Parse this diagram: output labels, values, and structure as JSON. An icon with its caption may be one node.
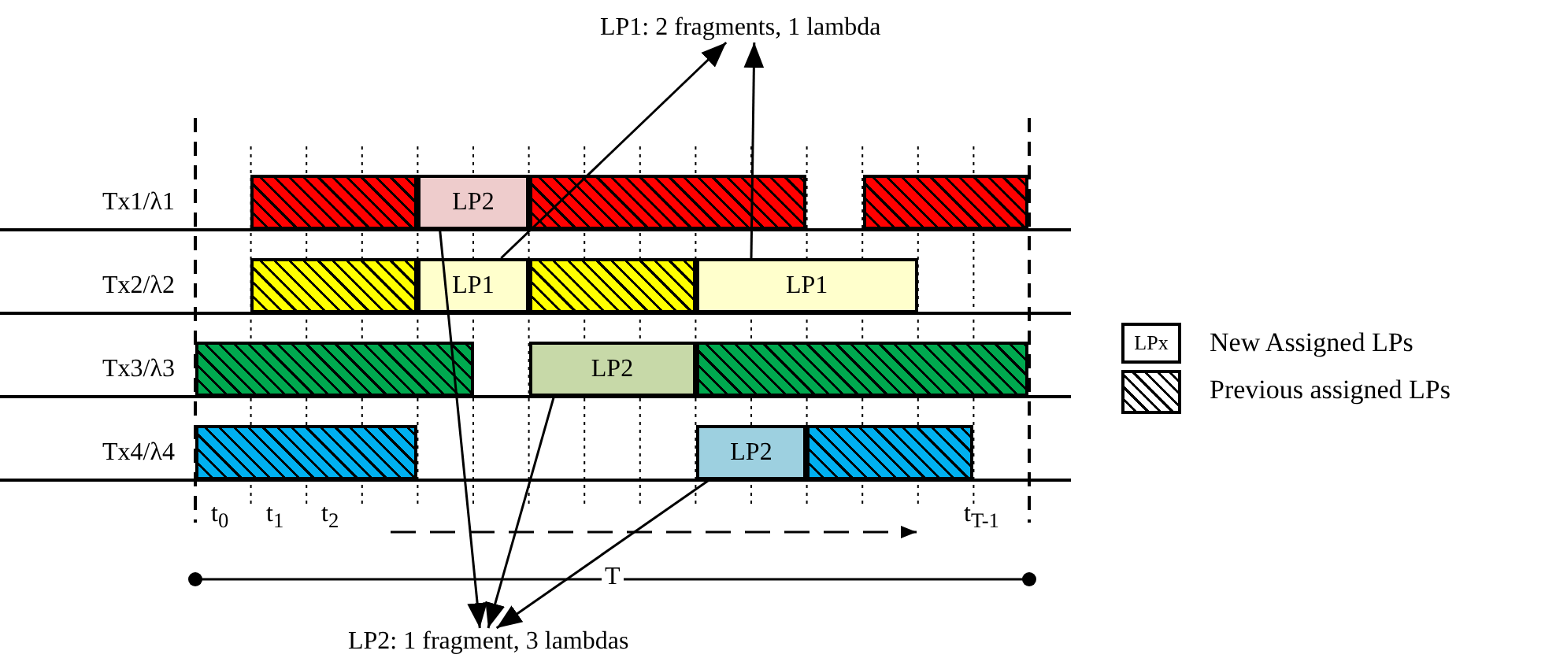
{
  "diagram": {
    "nodes": [
      {
        "text": [
          "LP1: 2 fragments, 1 lambda"
        ]
      },
      {
        "text": [],
        "shape": "bar"
      },
      {
        "text": [
          "LP2"
        ]
      },
      {
        "text": [],
        "shape": "bar"
      },
      {
        "text": [],
        "shape": "bar"
      },
      {
        "text": [],
        "shape": "bar"
      },
      {
        "text": [
          "LP1"
        ]
      },
      {
        "text": [],
        "shape": "bar"
      },
      {
        "text": [
          "LP1"
        ]
      },
      {
        "text": [],
        "shape": "bar"
      },
      {
        "text": [
          "LP2"
        ]
      },
      {
        "text": [],
        "shape": "bar"
      },
      {
        "text": [],
        "shape": "bar"
      },
      {
        "text": [
          "LP2"
        ]
      },
      {
        "text": [],
        "shape": "bar"
      },
      {
        "text": [
          "LP2: 1 fragment, 3 lambdas"
        ]
      }
    ],
    "edges": [
      {
        "from": 6,
        "to": 0,
        "arrow": "to"
      },
      {
        "from": 8,
        "to": 0,
        "arrow": "to"
      },
      {
        "from": 2,
        "to": 15,
        "arrow": "to"
      },
      {
        "from": 10,
        "to": 15,
        "arrow": "to"
      },
      {
        "from": 13,
        "to": 15,
        "arrow": "to"
      }
    ],
    "labels": [
      "Tx1/λ1",
      "Tx2/λ2",
      "LPx",
      "Tx3/λ3",
      "Tx4/λ4",
      "t$_{0}$",
      "t$_{1}$",
      "t$_{2}$",
      "t$_{T-1}$",
      "T"
    ],
    "legend": [
      {
        "text": "New Assigned LPs"
      },
      {
        "text": "Previous assigned LPs"
      }
    ]
  }
}
